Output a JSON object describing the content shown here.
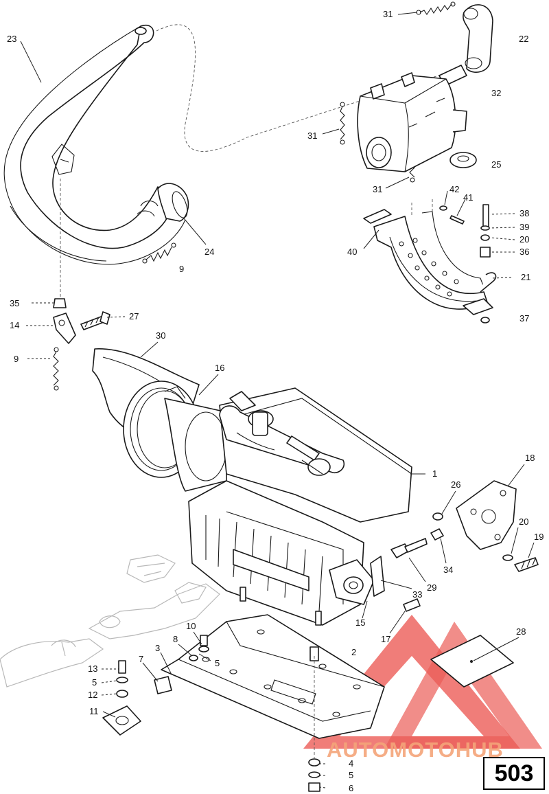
{
  "callouts": [
    {
      "label": "31"
    },
    {
      "label": "22"
    },
    {
      "label": "23"
    },
    {
      "label": "32"
    },
    {
      "label": "31"
    },
    {
      "label": "25"
    },
    {
      "label": "31"
    },
    {
      "label": "42"
    },
    {
      "label": "41"
    },
    {
      "label": "38"
    },
    {
      "label": "39"
    },
    {
      "label": "20"
    },
    {
      "label": "36"
    },
    {
      "label": "40"
    },
    {
      "label": "24"
    },
    {
      "label": "9"
    },
    {
      "label": "21"
    },
    {
      "label": "35"
    },
    {
      "label": "37"
    },
    {
      "label": "14"
    },
    {
      "label": "27"
    },
    {
      "label": "30"
    },
    {
      "label": "9"
    },
    {
      "label": "16"
    },
    {
      "label": "1"
    },
    {
      "label": "18"
    },
    {
      "label": "26"
    },
    {
      "label": "20"
    },
    {
      "label": "19"
    },
    {
      "label": "34"
    },
    {
      "label": "29"
    },
    {
      "label": "33"
    },
    {
      "label": "15"
    },
    {
      "label": "17"
    },
    {
      "label": "28"
    },
    {
      "label": "10"
    },
    {
      "label": "8"
    },
    {
      "label": "3"
    },
    {
      "label": "2"
    },
    {
      "label": "7"
    },
    {
      "label": "5"
    },
    {
      "label": "13"
    },
    {
      "label": "5"
    },
    {
      "label": "12"
    },
    {
      "label": "11"
    },
    {
      "label": "4"
    },
    {
      "label": "5"
    },
    {
      "label": "6"
    }
  ],
  "watermark": {
    "text": "AUTOMOTOHUB",
    "colors": {
      "triangle": "#e8413b",
      "text_light": "#f6b08a",
      "text_dark": "#f39c6b"
    }
  },
  "page_number": "503"
}
